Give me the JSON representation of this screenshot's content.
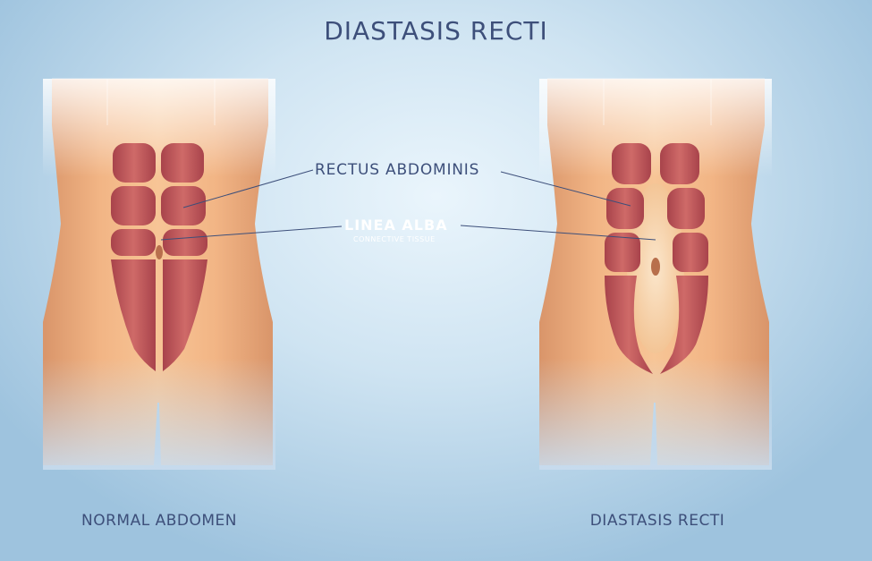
{
  "title": "DIASTASIS RECTI",
  "labels": {
    "rectus": "RECTUS ABDOMINIS",
    "linea": "LINEA ALBA",
    "linea_sub": "CONNECTIVE TISSUE"
  },
  "captions": {
    "left": "NORMAL ABDOMEN",
    "right": "DIASTASIS RECTI"
  },
  "colors": {
    "text": "#3d4f7a",
    "white": "#ffffff",
    "skin": "#f0b07e",
    "skin_dark": "#d98f5e",
    "muscle": "#c45a5a",
    "muscle_dark": "#a8434b",
    "linea": "#f6d9b7"
  }
}
